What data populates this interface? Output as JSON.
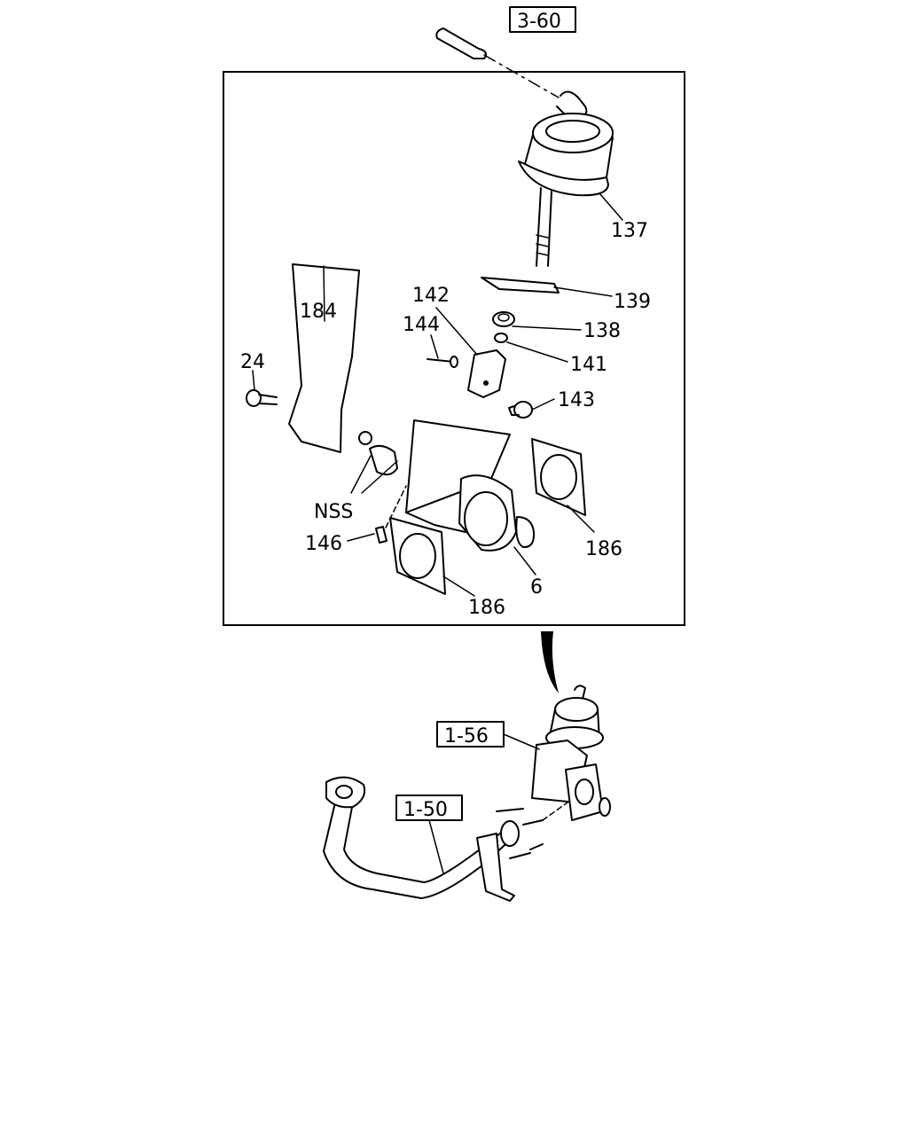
{
  "references": {
    "top": "3-60",
    "module": "1-56",
    "pipe": "1-50"
  },
  "callouts": {
    "c137": "137",
    "c139": "139",
    "c138": "138",
    "c141": "141",
    "c142": "142",
    "c144": "144",
    "c143": "143",
    "c184": "184",
    "c24": "24",
    "nss": "NSS",
    "c146": "146",
    "c186a": "186",
    "c186b": "186",
    "c6": "6"
  }
}
